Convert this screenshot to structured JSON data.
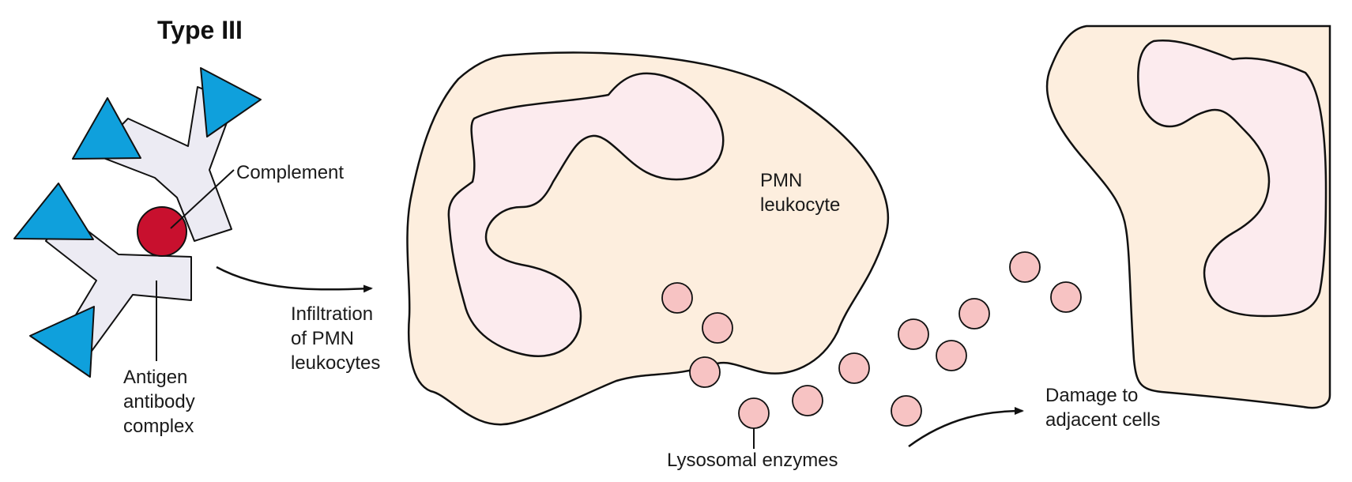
{
  "diagram": {
    "title": "Type III",
    "labels": {
      "complement": "Complement",
      "antigen_antibody_complex": [
        "Antigen",
        "antibody",
        "complex"
      ],
      "infiltration": [
        "Infiltration",
        "of PMN",
        "leukocytes"
      ],
      "pmn_leukocyte": [
        "PMN",
        "leukocyte"
      ],
      "lysosomal_enzymes": "Lysosomal enzymes",
      "damage": [
        "Damage to",
        "adjacent cells"
      ]
    },
    "colors": {
      "antigen": "#0fa0dc",
      "antibody": "#ecebf3",
      "complement": "#c8102e",
      "cell": "#fdeede",
      "nucleus": "#fcebee",
      "enzyme": "#f7c3c3",
      "outline": "#111111"
    }
  }
}
